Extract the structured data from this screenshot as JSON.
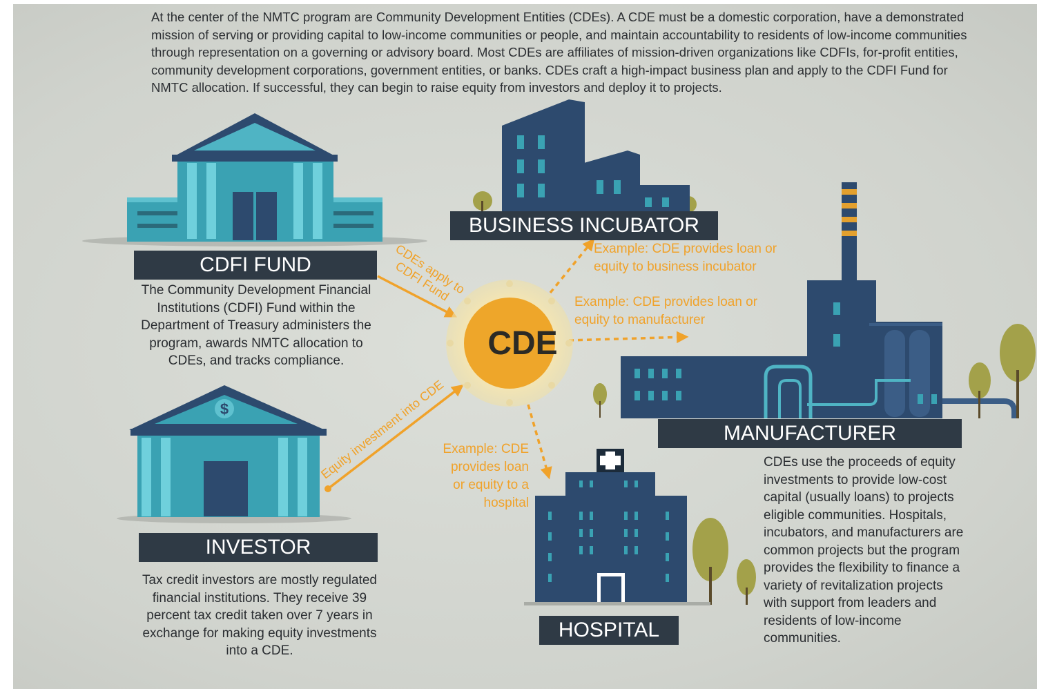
{
  "intro": "At the center of the NMTC program are Community Development Entities (CDEs). A CDE must be a domestic corporation, have a demonstrated mission of serving or providing capital to low-income communities or people, and maintain accountability to residents of low-income communities through representation on a governing or advisory board. Most CDEs are affiliates of mission-driven organizations like CDFIs, for-profit entities, community development corporations, government entities, or banks. CDEs craft a high-impact business plan and apply to the CDFI Fund for NMTC allocation. If successful, they can begin to raise equity from investors and deploy it to projects.",
  "center": {
    "label": "CDE"
  },
  "nodes": {
    "cdfi_fund": {
      "label": "CDFI FUND",
      "description": "The Community Development Financial Institutions (CDFI) Fund within the Department of Treasury administers the program, awards NMTC allocation to CDEs, and tracks compliance."
    },
    "investor": {
      "label": "INVESTOR",
      "description": "Tax credit investors are mostly regulated financial institutions. They receive 39 percent tax credit taken over 7 years in exchange for making equity investments into a CDE."
    },
    "business_incubator": {
      "label": "BUSINESS INCUBATOR"
    },
    "manufacturer": {
      "label": "MANUFACTURER",
      "description": "CDEs use the proceeds of equity investments to provide low-cost capital (usually loans) to projects eligible communities. Hospitals, incubators, and manufacturers are common projects but the program provides the flexibility to finance a variety of revitalization projects with support from leaders and residents of low-income communities."
    },
    "hospital": {
      "label": "HOSPITAL"
    }
  },
  "edges": {
    "cdfi_to_cde": "CDEs apply to CDFI Fund",
    "investor_to_cde": "Equity investment into CDE",
    "cde_to_incubator": "Example: CDE provides loan or equity to business incubator",
    "cde_to_manufacturer": "Example: CDE provides loan or equity to manufacturer",
    "cde_to_hospital": "Example: CDE provides loan or equity to a hospital"
  },
  "colors": {
    "background": "#d5d8d2",
    "label_bg": "#2f3a45",
    "teal_building": "#3aa2b3",
    "navy_building": "#2d4a6e",
    "accent_orange": "#f0a22a",
    "cde_circle": "#eea62a",
    "tree": "#a3a14a"
  }
}
